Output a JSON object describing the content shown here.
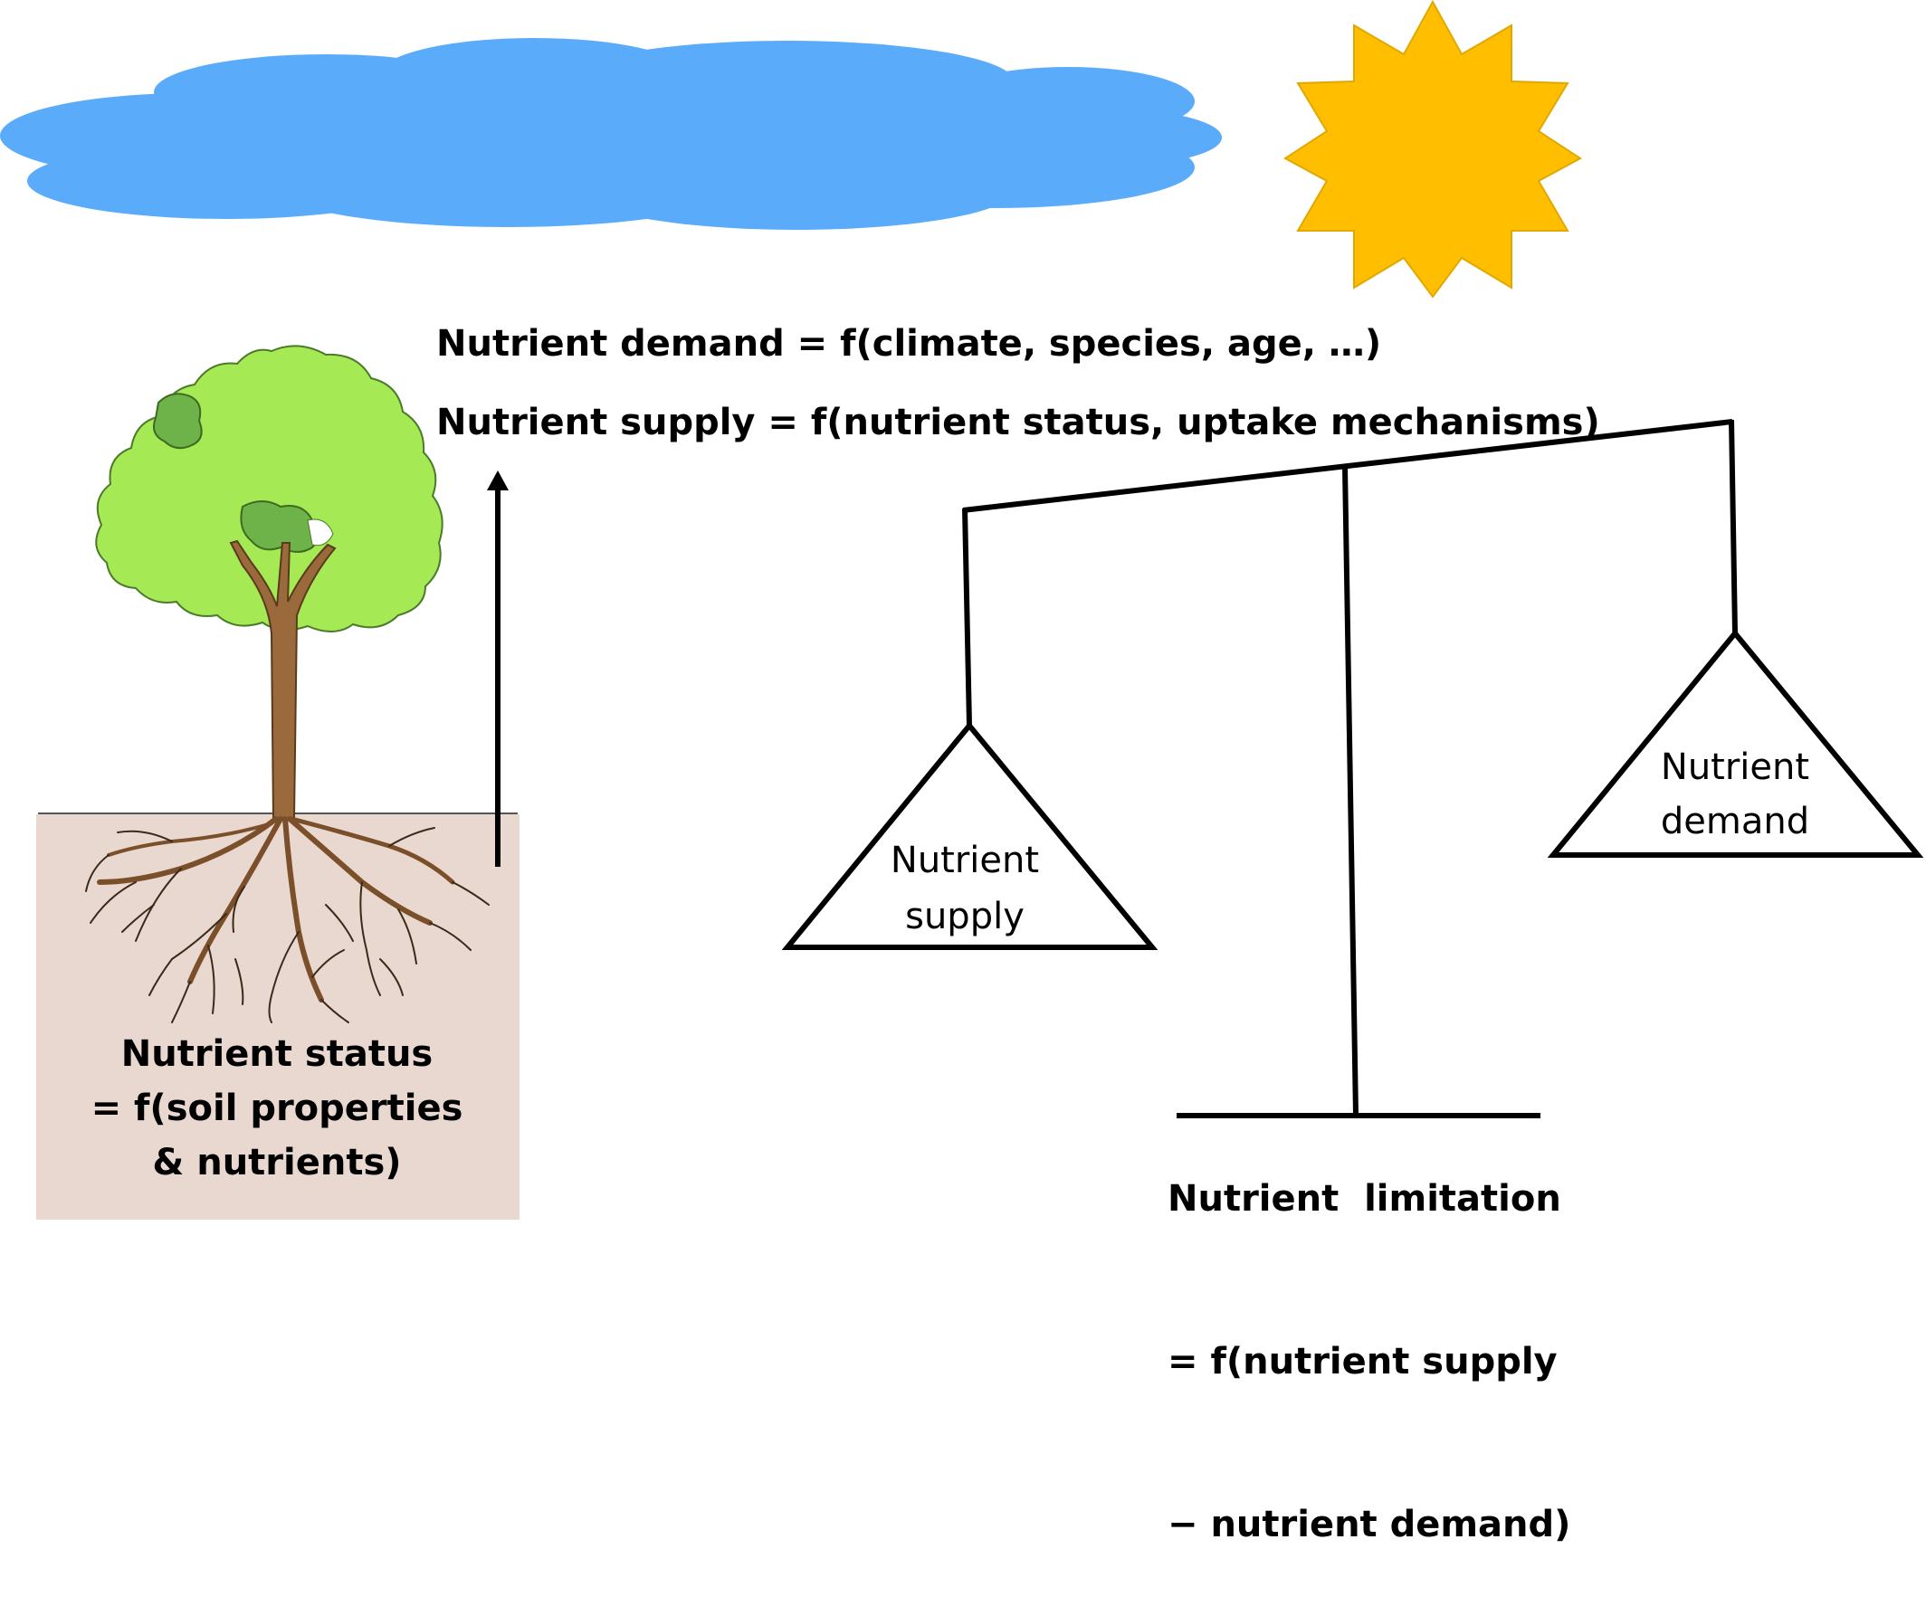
{
  "equations": {
    "demand": "Nutrient demand = f(climate, species, age, …)",
    "supply": "Nutrient supply = f(nutrient status, uptake mechanisms)"
  },
  "soil_label": {
    "line1": "Nutrient status",
    "line2": "= f(soil properties",
    "line3": "& nutrients)"
  },
  "left_pan": {
    "line1": "Nutrient",
    "line2": "supply"
  },
  "right_pan": {
    "line1": "Nutrient",
    "line2": "demand"
  },
  "limitation": {
    "line1": "Nutrient  limitation",
    "line2": "= f(nutrient supply",
    "line3": "− nutrient demand)"
  },
  "colors": {
    "cloud": "#5aacfb",
    "sun_fill": "#ffbf00",
    "sun_stroke": "#e0a800",
    "soil": "#e8d8cf",
    "leaves_light": "#a5ea55",
    "leaves_dark": "#6eb24a",
    "trunk": "#9a6a3c",
    "line": "#000000"
  },
  "icons": [
    "cloud-icon",
    "sun-icon",
    "tree-icon",
    "balance-scale-icon",
    "up-arrow-icon"
  ]
}
